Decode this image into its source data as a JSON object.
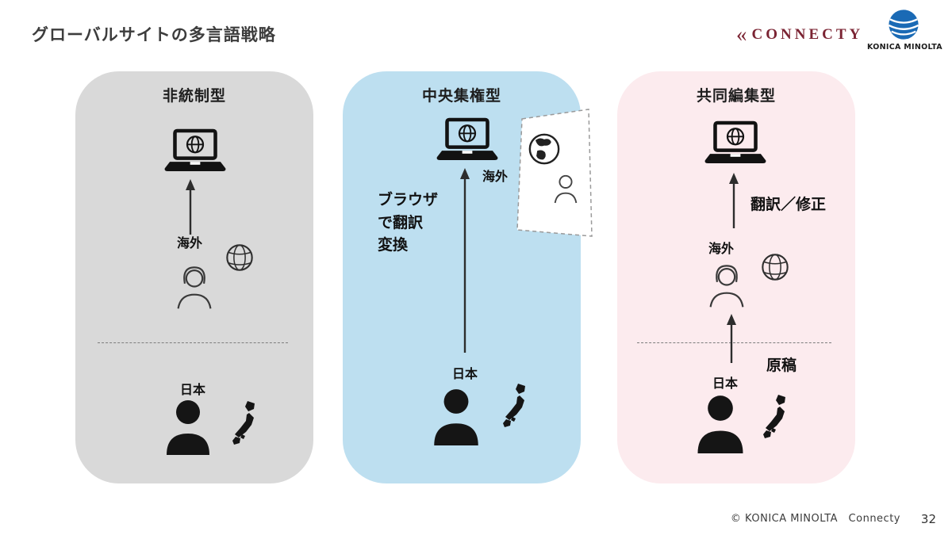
{
  "slide": {
    "title": "グローバルサイトの多言語戦略",
    "footer_copyright": "© KONICA MINOLTA　Connecty",
    "page_number": "32"
  },
  "logos": {
    "connecty_mark": "«",
    "connecty": "CONNECTY",
    "konica": "KONICA MINOLTA",
    "konica_blue": "#1a6ab5",
    "connecty_color": "#7b2433"
  },
  "panels": {
    "uncontrolled": {
      "title": "非統制型",
      "overseas": "海外",
      "japan": "日本"
    },
    "centralized": {
      "title": "中央集権型",
      "overseas": "海外",
      "japan": "日本",
      "note_line1": "ブラウザ",
      "note_line2": "で翻訳",
      "note_line3": "変換"
    },
    "collaborative": {
      "title": "共同編集型",
      "overseas": "海外",
      "japan": "日本",
      "translate": "翻訳／修正",
      "draft": "原稿"
    }
  }
}
